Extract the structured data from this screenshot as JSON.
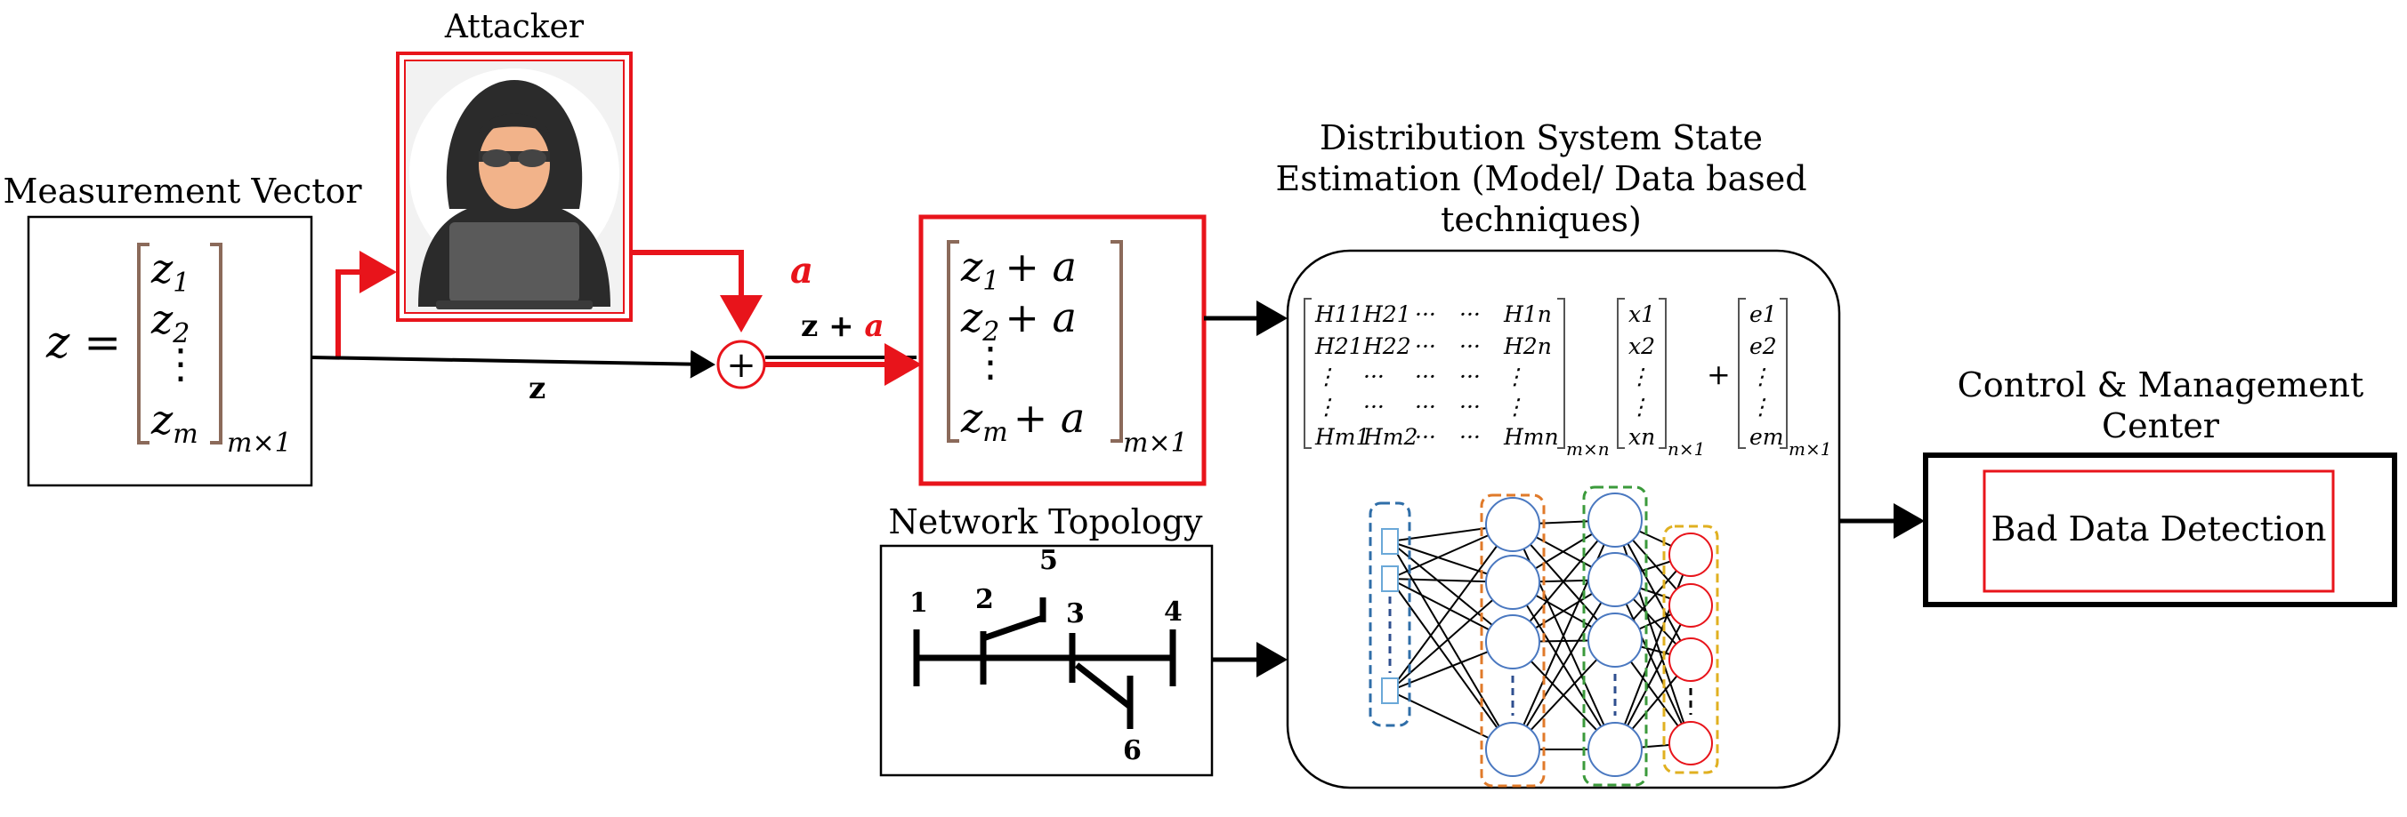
{
  "measurement": {
    "title": "Measurement Vector",
    "lhs": "z =",
    "entries": [
      "z1",
      "z2",
      "⋮",
      "zm"
    ],
    "dim": "m×1",
    "var": "z",
    "sub": [
      "1",
      "2",
      "",
      "m"
    ]
  },
  "attacker": {
    "title": "Attacker",
    "signal": "a"
  },
  "adder": {
    "symbol": "+",
    "out_base": "z +",
    "out_attack": "a",
    "in_label": "z"
  },
  "corrupted": {
    "entries": [
      "z1 + a",
      "z2 + a",
      "⋮",
      "zm + a"
    ],
    "sub": [
      "1",
      "2",
      "",
      "m"
    ],
    "plus": "+ a",
    "dim": "m×1"
  },
  "dsse": {
    "title_lines": [
      "Distribution System State",
      "Estimation (Model/ Data based",
      "techniques)"
    ],
    "H_rows": [
      [
        "H11",
        "H21",
        "···",
        "···",
        "H1n"
      ],
      [
        "H21",
        "H22",
        "···",
        "···",
        "H2n"
      ],
      [
        "⋮",
        "···",
        "···",
        "···",
        "⋮"
      ],
      [
        "⋮",
        "···",
        "···",
        "···",
        "⋮"
      ],
      [
        "Hm1",
        "Hm2",
        "···",
        "···",
        "Hmn"
      ]
    ],
    "H_dim": "m×n",
    "x_entries": [
      "x1",
      "x2",
      "⋮",
      "⋮",
      "xn"
    ],
    "x_dim": "n×1",
    "plus": "+",
    "e_entries": [
      "e1",
      "e2",
      "⋮",
      "⋮",
      "em"
    ],
    "e_dim": "m×1"
  },
  "network": {
    "title": "Network Topology",
    "nodes": [
      "1",
      "2",
      "3",
      "4",
      "5",
      "6"
    ]
  },
  "control": {
    "title_lines": [
      "Control & Management",
      "Center"
    ],
    "inner": "Bad Data Detection"
  },
  "colors": {
    "attack_red": "#e8141b",
    "black": "#000000",
    "nn_input": "#2f6ea8",
    "nn_h1": "#e07a2a",
    "nn_h2": "#3b9a3b",
    "nn_out_border": "#e0b020",
    "nn_out_node": "#e8141b",
    "nn_node": "#4a78c0",
    "bracket": "#8b6a5a"
  }
}
